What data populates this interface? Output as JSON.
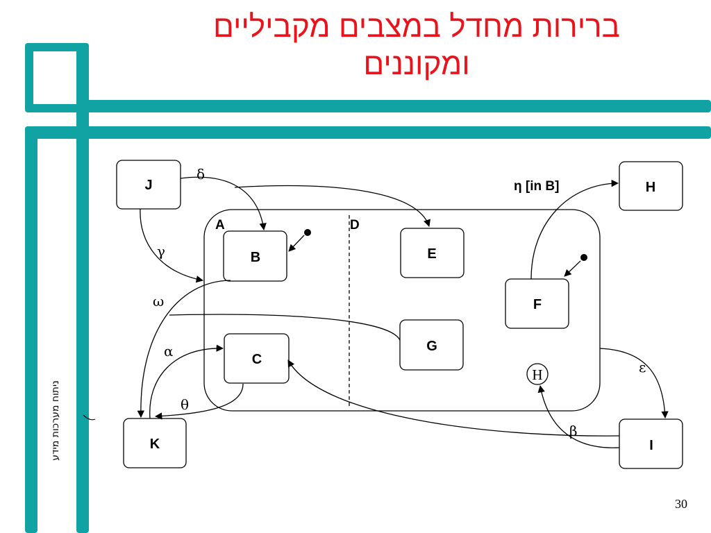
{
  "slide": {
    "title_line1": "ברירות מחדל במצבים מקביליים",
    "title_line2": "ומקוננים",
    "side_text": "ניתוח מערכות מידע",
    "page_number": "30"
  },
  "diagram": {
    "states": {
      "J": "J",
      "B": "B",
      "C": "C",
      "E": "E",
      "G": "G",
      "F": "F",
      "H": "H",
      "K": "K",
      "I": "I"
    },
    "regions": {
      "A": "A",
      "D": "D"
    },
    "history": "H",
    "edge_labels": {
      "delta": "δ",
      "gamma": "γ",
      "omega": "ω",
      "alpha": "α",
      "theta": "θ",
      "eta_in_B": "η [in B]",
      "epsilon": "ε",
      "beta": "β"
    }
  },
  "colors": {
    "frame": "#11a3a3",
    "title": "#e8131b"
  }
}
